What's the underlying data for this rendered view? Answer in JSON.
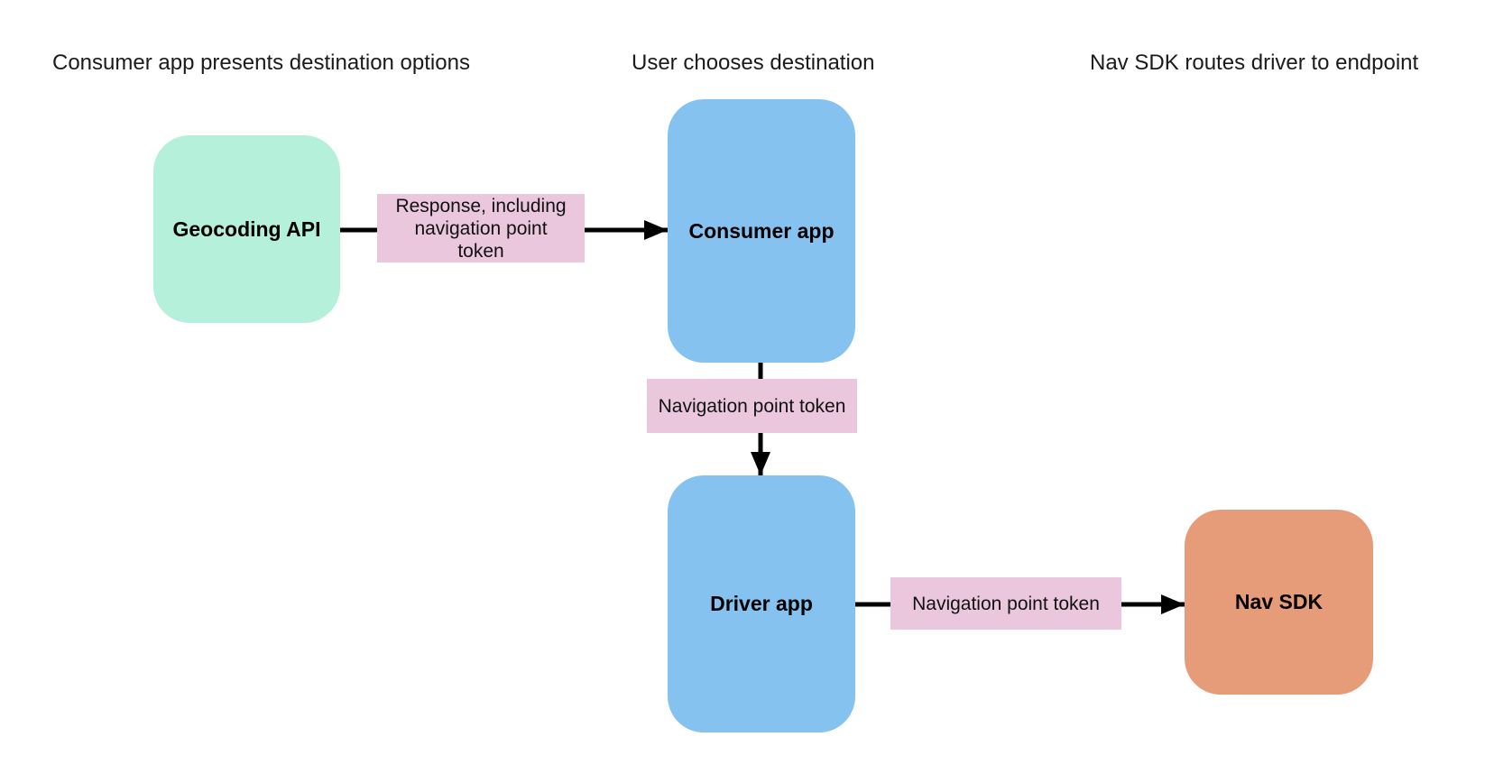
{
  "colors": {
    "node_green": "#b5f0da",
    "node_blue": "#85c2ef",
    "node_orange": "#e69c78",
    "edge_label_pink": "#eac7dd",
    "arrow_black": "#000000"
  },
  "stage_headers": [
    {
      "text": "Consumer app presents destination options"
    },
    {
      "text": "User chooses destination"
    },
    {
      "text": "Nav SDK routes driver to endpoint"
    }
  ],
  "nodes": [
    {
      "id": "geocoding-api",
      "label": "Geocoding API"
    },
    {
      "id": "consumer-app",
      "label": "Consumer app"
    },
    {
      "id": "driver-app",
      "label": "Driver app"
    },
    {
      "id": "nav-sdk",
      "label": "Nav SDK"
    }
  ],
  "edge_labels": [
    {
      "text": "Response, including navigation point token"
    },
    {
      "text": "Navigation point token"
    },
    {
      "text": "Navigation point token"
    }
  ]
}
